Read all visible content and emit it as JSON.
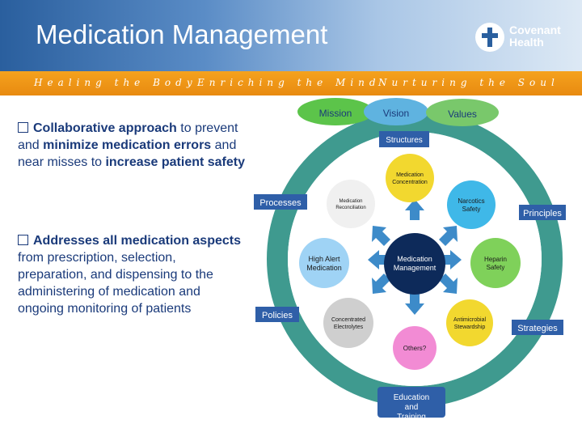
{
  "header": {
    "title": "Medication Management",
    "logo_line1": "Covenant",
    "logo_line2": "Health",
    "taglines": [
      "Healing the Body",
      "Enriching the Mind",
      "Nurturing the Soul"
    ]
  },
  "bullets": [
    {
      "lead": "Collaborative approach",
      "rest": [
        {
          "t": " to prevent and ",
          "b": false
        },
        {
          "t": "minimize medication errors",
          "b": true
        },
        {
          "t": " and near misses to ",
          "b": false
        },
        {
          "t": "increase patient safety",
          "b": true
        }
      ]
    },
    {
      "lead": "Addresses all medication aspects",
      "rest": [
        {
          "t": " from prescription, selection, preparation, and dispensing to the administering of medication and ongoing monitoring of patients",
          "b": false
        }
      ]
    }
  ],
  "diagram": {
    "top_labels": {
      "mission": "Mission",
      "vision": "Vision",
      "values": "Values"
    },
    "structures": "Structures",
    "processes": "Processes",
    "principles": "Principles",
    "policies": "Policies",
    "strategies": "Strategies",
    "center": "Medication Management",
    "spokes": [
      "Medication Concentration",
      "Narcotics Safety",
      "Heparin Safety",
      "Antimicrobial Stewardship",
      "Others?",
      "Concentrated Electrolytes",
      "High Alert Medication",
      "Medication Reconciliation"
    ],
    "bottom": "Education and Training",
    "colors": {
      "ring": "#3f9a8f",
      "label_box": "#2f5fa8",
      "center": "#0d2a5a",
      "mission": "#5cc44a",
      "vision": "#5fb3e0",
      "values": "#79c86b",
      "arrow": "#3d8bc9"
    }
  }
}
